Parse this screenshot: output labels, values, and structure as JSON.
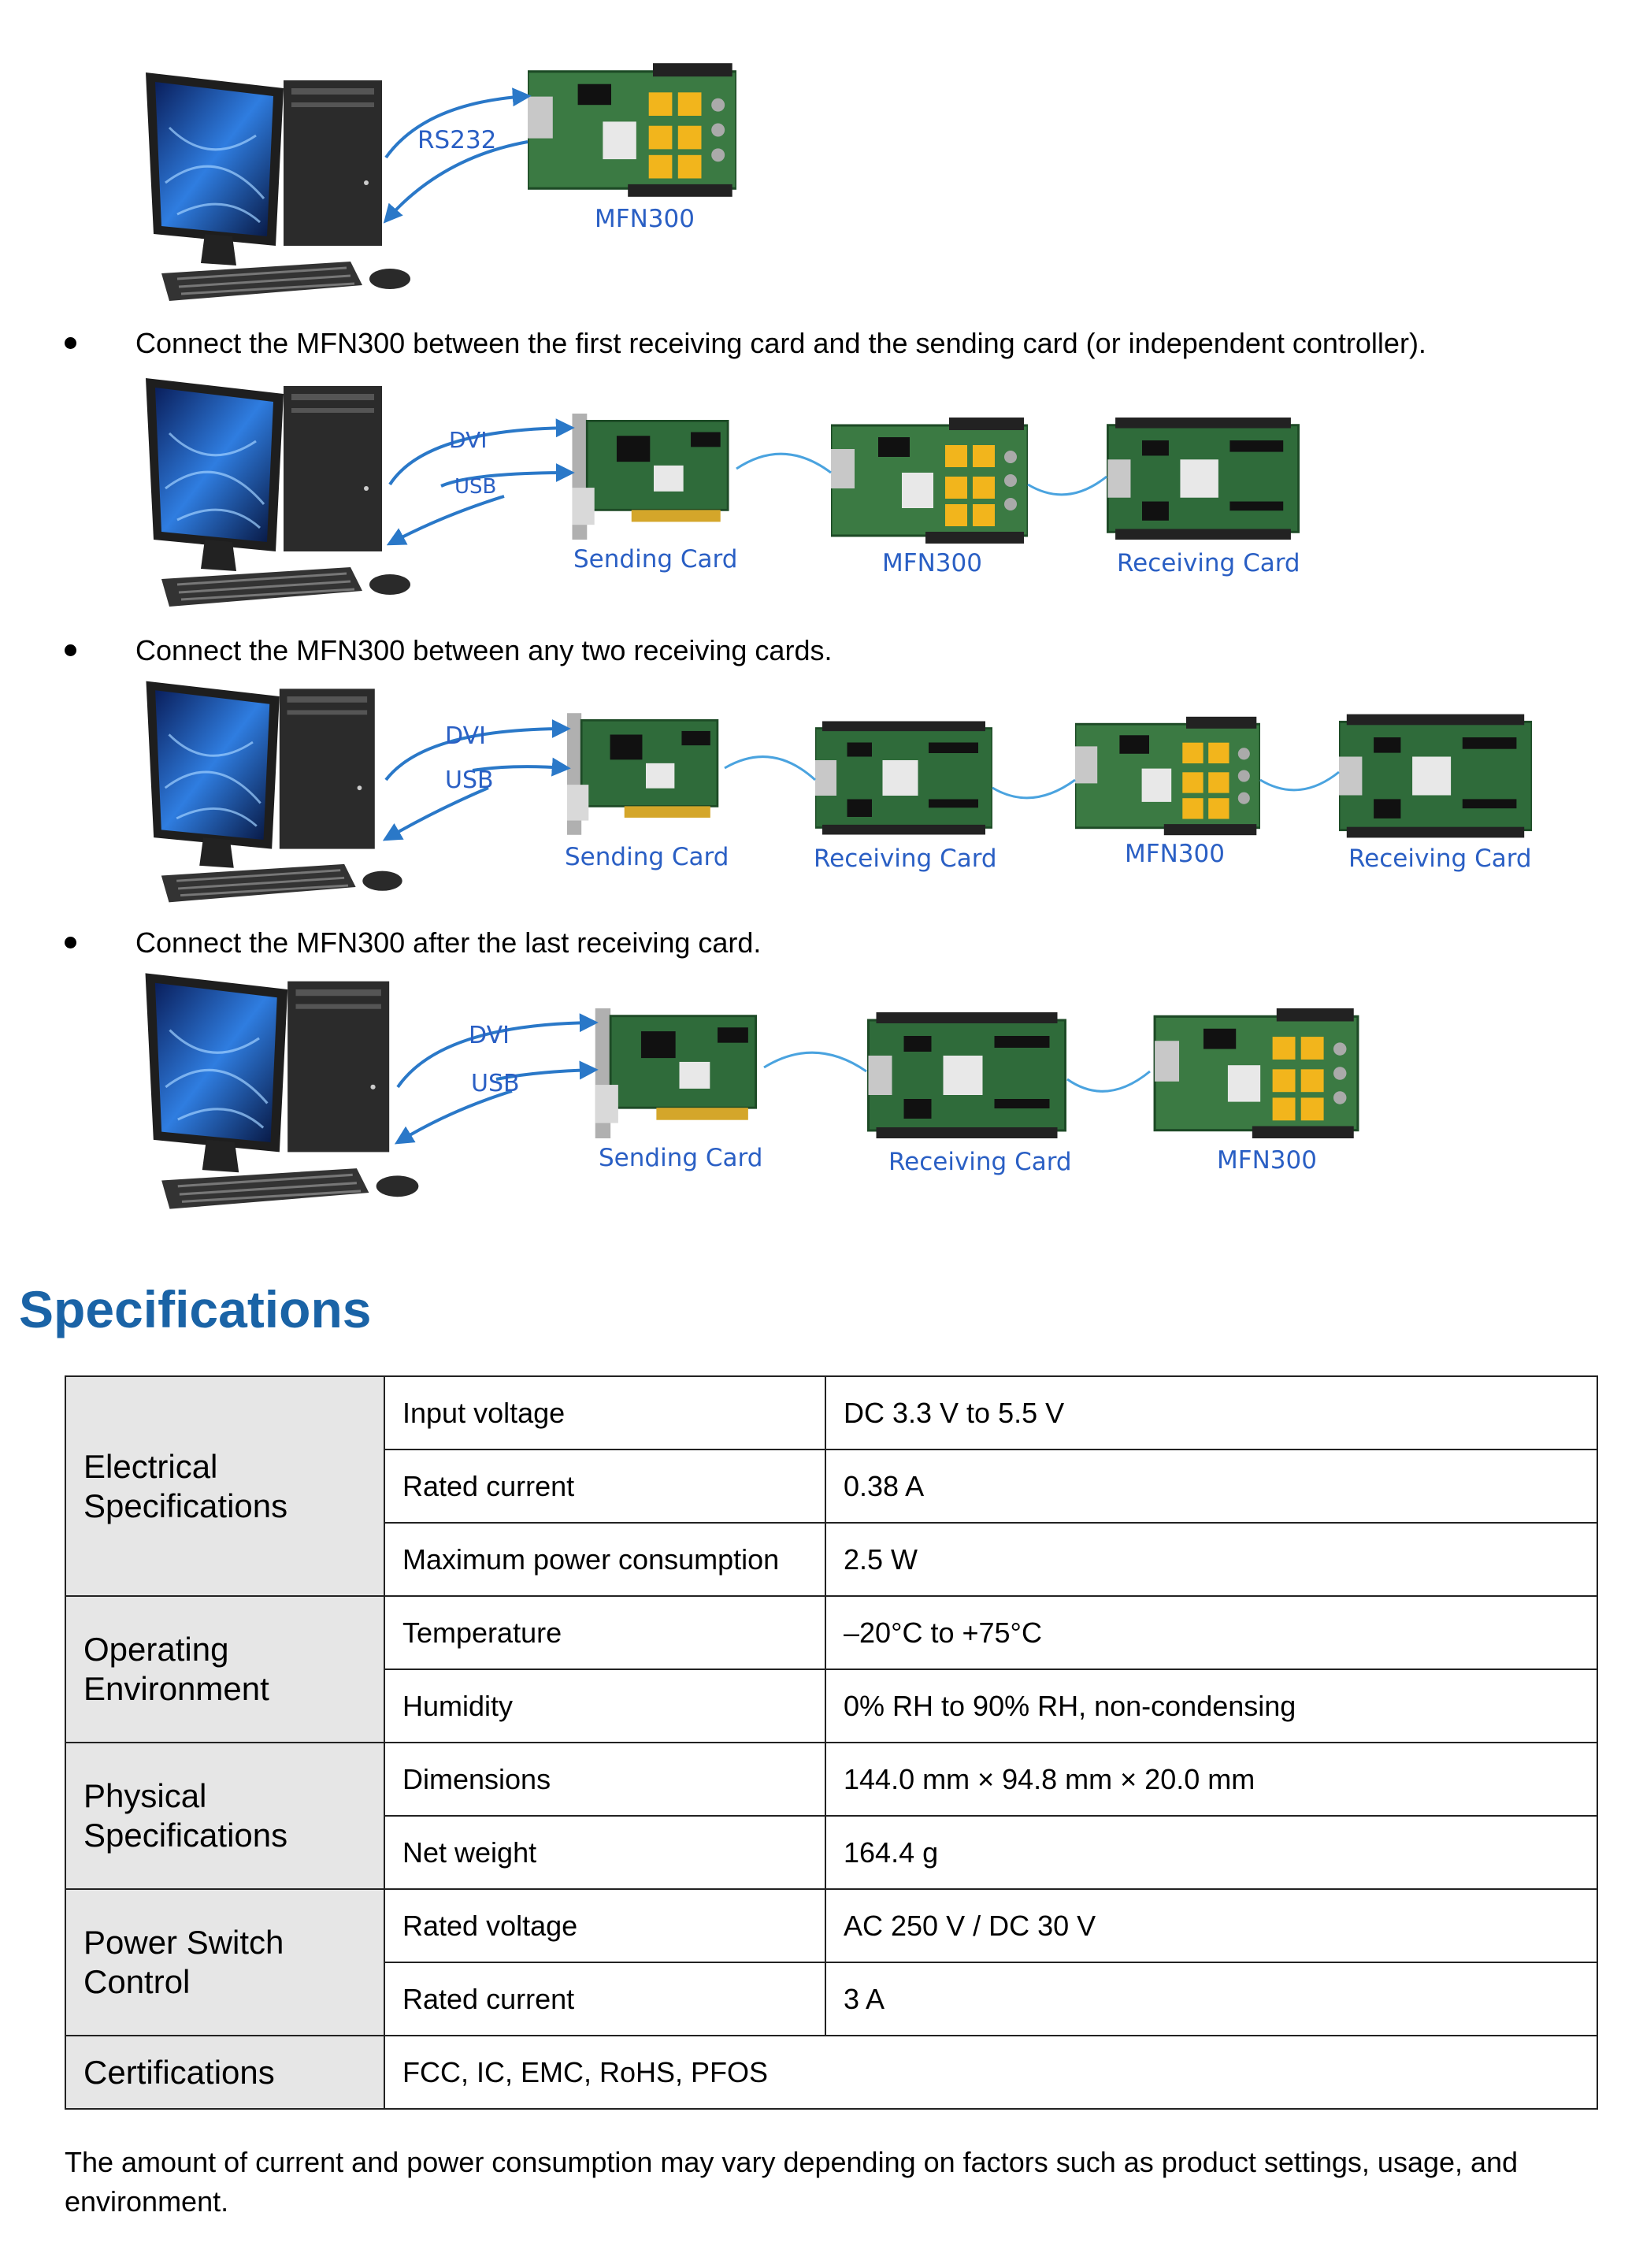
{
  "diagram_labels": {
    "d1": {
      "link": "RS232",
      "device": "MFN300"
    },
    "d2": {
      "link1": "DVI",
      "link2": "USB",
      "c1": "Sending Card",
      "c2": "MFN300",
      "c3": "Receiving Card"
    },
    "d3": {
      "link1": "DVI",
      "link2": "USB",
      "c1": "Sending Card",
      "c2": "Receiving Card",
      "c3": "MFN300",
      "c4": "Receiving Card"
    },
    "d4": {
      "link1": "DVI",
      "link2": "USB",
      "c1": "Sending Card",
      "c2": "Receiving Card",
      "c3": "MFN300"
    }
  },
  "bullets": [
    "Connect the MFN300 between the first receiving card and the sending card (or independent controller).",
    "Connect the MFN300 between any two receiving cards.",
    "Connect the MFN300 after the last receiving card."
  ],
  "specifications": {
    "heading": "Specifications",
    "groups": [
      {
        "category": "Electrical Specifications",
        "rows": [
          {
            "param": "Input voltage",
            "value": "DC 3.3 V to 5.5 V"
          },
          {
            "param": "Rated current",
            "value": "0.38 A"
          },
          {
            "param": "Maximum power consumption",
            "value": "2.5 W"
          }
        ]
      },
      {
        "category": "Operating Environment",
        "rows": [
          {
            "param": "Temperature",
            "value": "–20°C to +75°C"
          },
          {
            "param": "Humidity",
            "value": "0% RH to 90% RH, non-condensing"
          }
        ]
      },
      {
        "category": "Physical Specifications",
        "rows": [
          {
            "param": "Dimensions",
            "value": "144.0 mm × 94.8 mm × 20.0 mm"
          },
          {
            "param": "Net weight",
            "value": "164.4 g"
          }
        ]
      },
      {
        "category": "Power Switch Control",
        "rows": [
          {
            "param": "Rated voltage",
            "value": "AC 250 V / DC 30 V"
          },
          {
            "param": "Rated current",
            "value": "3 A"
          }
        ]
      },
      {
        "category": "Certifications",
        "value": "FCC, IC, EMC, RoHS, PFOS"
      }
    ],
    "note": "The amount of current and power consumption may vary depending on factors such as product settings, usage, and environment."
  },
  "colors": {
    "heading": "#1a63a6",
    "label": "#2a5fc4",
    "category_bg": "#e6e6e6",
    "pcb": "#2f6b3a",
    "cable": "#4aa3df"
  }
}
